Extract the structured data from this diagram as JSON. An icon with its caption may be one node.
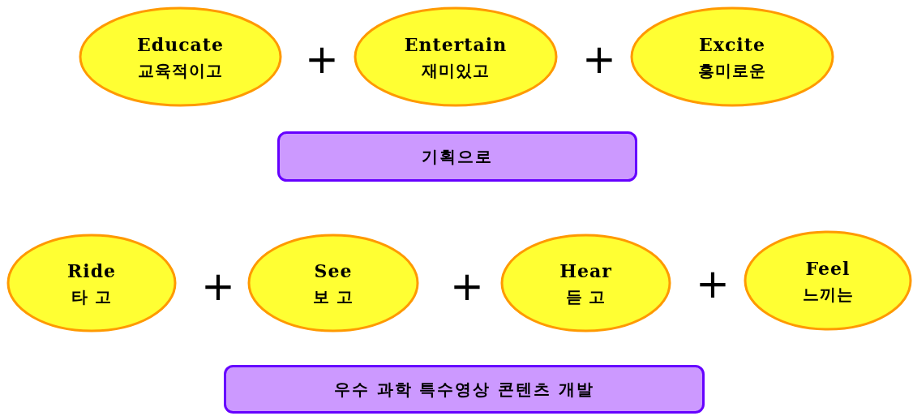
{
  "diagram": {
    "nodes": [
      {
        "text": [
          "Educate",
          "교육적이고"
        ]
      },
      {
        "text": [
          "Entertain",
          "재미있고"
        ]
      },
      {
        "text": [
          "Excite",
          "흥미로운"
        ]
      },
      {
        "text": [
          "기획으로"
        ]
      },
      {
        "text": [
          "Ride",
          "타 고"
        ]
      },
      {
        "text": [
          "See",
          "보 고"
        ]
      },
      {
        "text": [
          "Hear",
          "듣 고"
        ]
      },
      {
        "text": [
          "Feel",
          "느끼는"
        ]
      },
      {
        "text": [
          "우수 과학 특수영상 콘텐츠 개발"
        ]
      }
    ],
    "labels": [
      "+",
      "+",
      "+",
      "+",
      "+"
    ]
  }
}
